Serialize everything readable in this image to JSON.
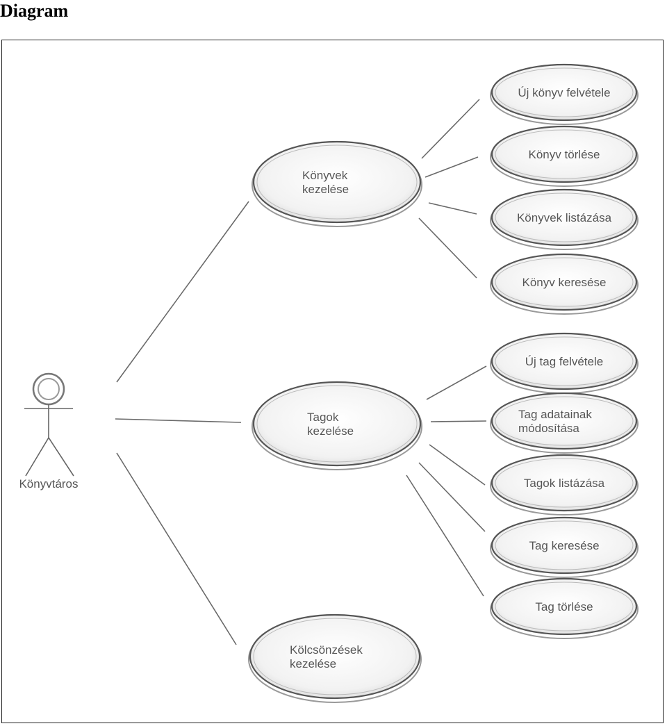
{
  "heading": "Diagram",
  "actor": {
    "label": "Könyvtáros"
  },
  "groups": [
    {
      "id": "books",
      "lines": [
        "Könyvek",
        "kezelése"
      ],
      "children": [
        {
          "lines": [
            "Új könyv felvétele"
          ]
        },
        {
          "lines": [
            "Könyv törlése"
          ]
        },
        {
          "lines": [
            "Könyvek listázása"
          ]
        },
        {
          "lines": [
            "Könyv keresése"
          ]
        }
      ]
    },
    {
      "id": "members",
      "lines": [
        "Tagok",
        "kezelése"
      ],
      "children": [
        {
          "lines": [
            "Új tag felvétele"
          ]
        },
        {
          "lines": [
            "Tag adatainak",
            "módosítása"
          ]
        },
        {
          "lines": [
            "Tagok listázása"
          ]
        },
        {
          "lines": [
            "Tag keresése"
          ]
        },
        {
          "lines": [
            "Tag törlése"
          ]
        }
      ]
    },
    {
      "id": "loans",
      "lines": [
        "Kölcsönzések",
        "kezelése"
      ],
      "children": []
    }
  ]
}
